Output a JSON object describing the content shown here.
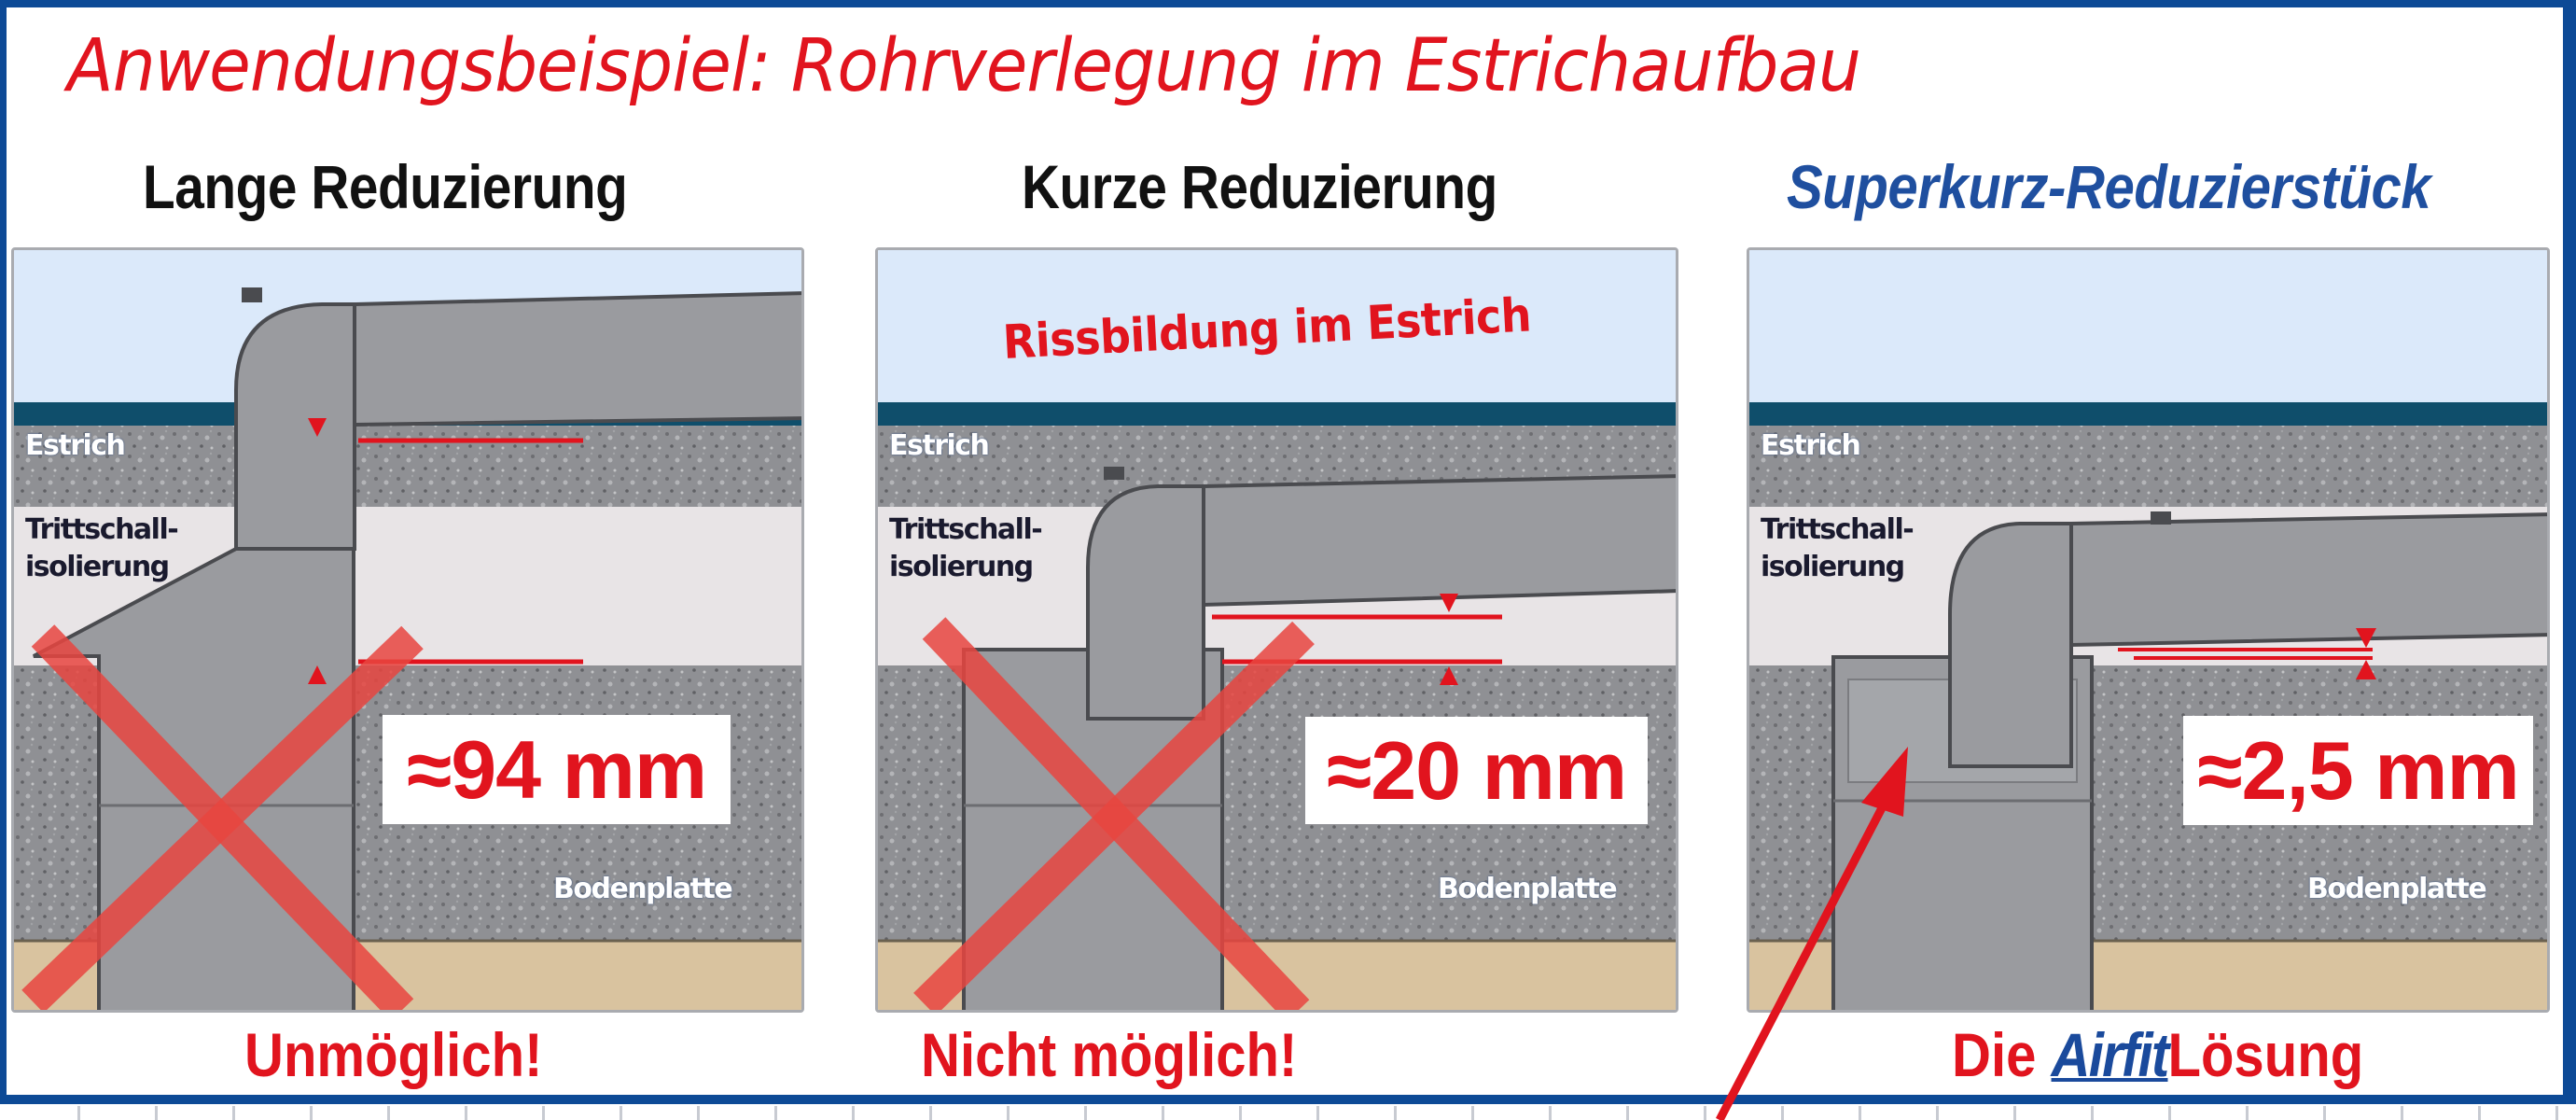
{
  "title": "Anwendungsbeispiel: Rohrverlegung im Estrichaufbau",
  "colors": {
    "frame": "#0d4a96",
    "title_red": "#e1141e",
    "subtitle_blue": "#1f4f9f",
    "sky": "#dbe9fa",
    "teal_band": "#0f4e6b",
    "screed": "#8e8f92",
    "insulation": "#e8e4e6",
    "slab": "#909195",
    "sand": "#d9c39f",
    "pipe": "#9a9b9f",
    "cross": "#e8453f"
  },
  "panels": [
    {
      "heading": "Lange Reduzierung",
      "layer_labels": {
        "screed": "Estrich",
        "insulation_line1": "Trittschall-",
        "insulation_line2": "isolierung",
        "slab": "Bodenplatte"
      },
      "measurement": "≈94 mm",
      "verdict": "Unmöglich!",
      "crossed_out": true
    },
    {
      "heading": "Kurze Reduzierung",
      "annotation": "Rissbildung im Estrich",
      "layer_labels": {
        "screed": "Estrich",
        "insulation_line1": "Trittschall-",
        "insulation_line2": "isolierung",
        "slab": "Bodenplatte"
      },
      "measurement": "≈20 mm",
      "verdict": "Nicht möglich!",
      "crossed_out": true
    },
    {
      "heading": "Superkurz-Reduzierstück",
      "layer_labels": {
        "screed": "Estrich",
        "insulation_line1": "Trittschall-",
        "insulation_line2": "isolierung",
        "slab": "Bodenplatte"
      },
      "measurement": "≈2,5 mm",
      "verdict": {
        "prefix": "Die",
        "brand": "Airfit",
        "suffix": "Lösung"
      },
      "crossed_out": false
    }
  ]
}
